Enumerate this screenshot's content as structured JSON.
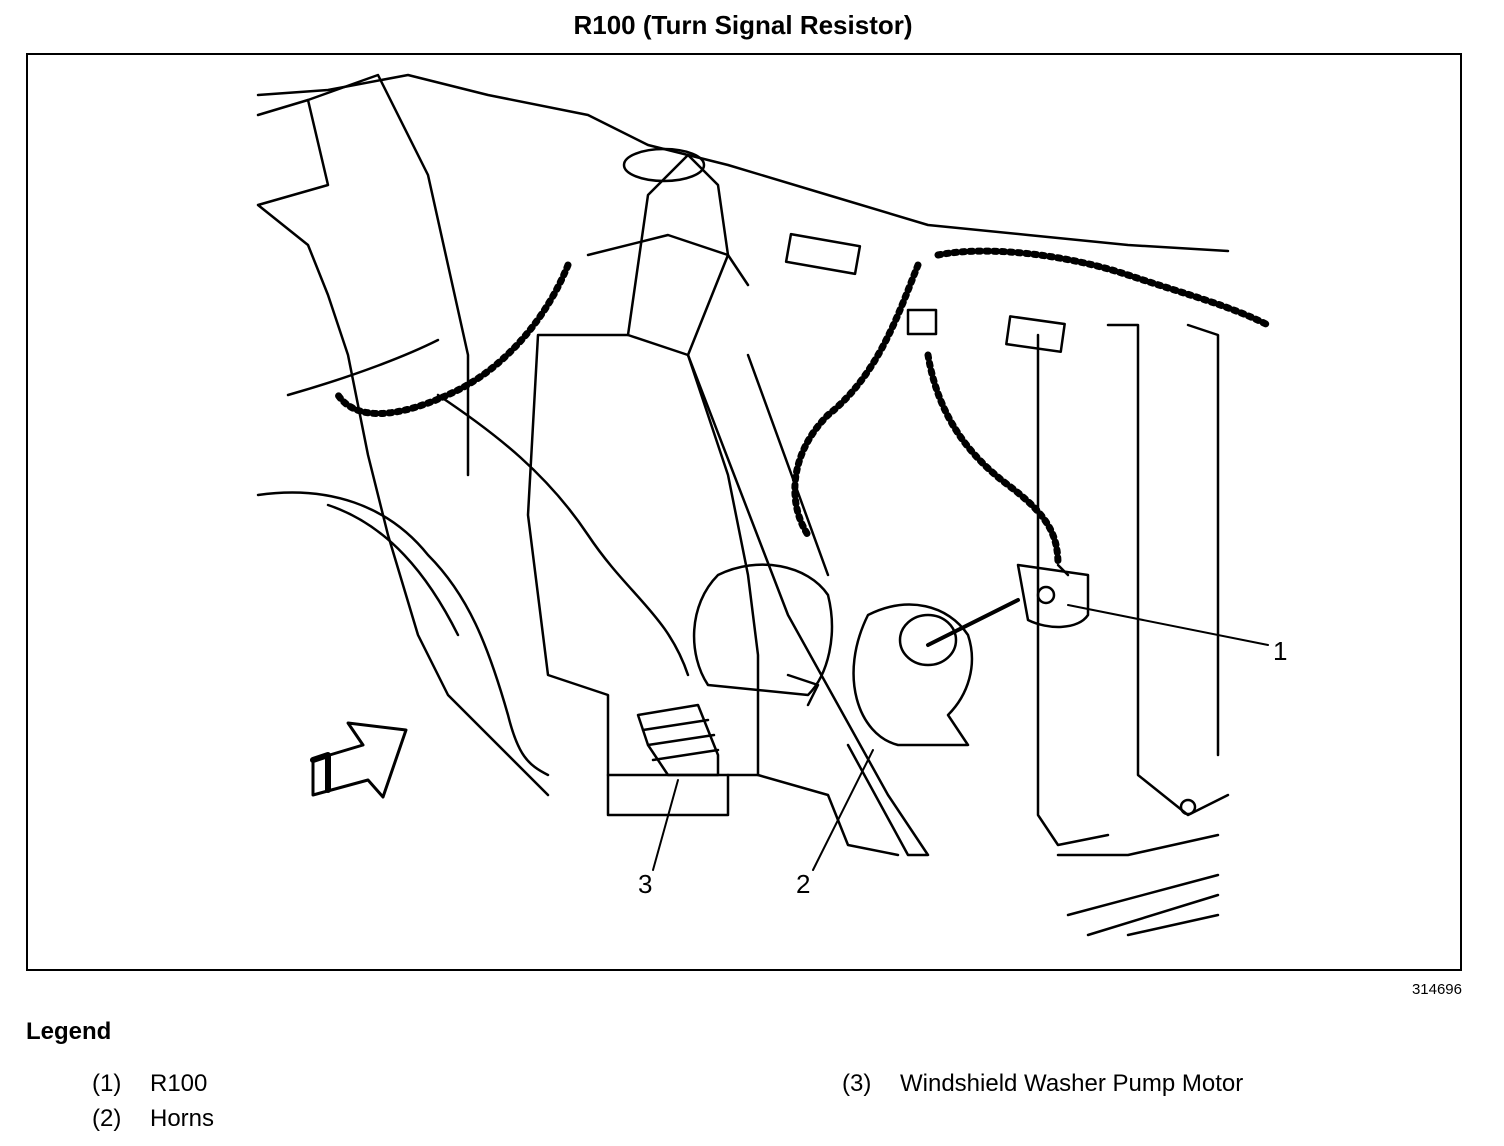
{
  "title": "R100 (Turn Signal Resistor)",
  "figure_number": "314696",
  "callouts": [
    "1",
    "2",
    "3"
  ],
  "legend": {
    "title": "Legend",
    "items": [
      {
        "num": "(1)",
        "label": "R100"
      },
      {
        "num": "(2)",
        "label": "Horns"
      },
      {
        "num": "(3)",
        "label": "Windshield Washer Pump Motor"
      }
    ]
  }
}
